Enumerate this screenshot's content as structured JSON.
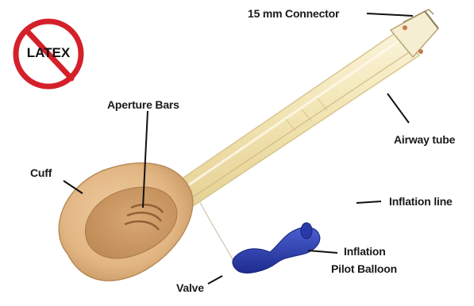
{
  "badge": {
    "text": "LATEX",
    "color": "#d4202a"
  },
  "labels": {
    "connector": "15 mm Connector",
    "aperture_bars": "Aperture Bars",
    "airway_tube": "Airway tube",
    "cuff": "Cuff",
    "inflation_line": "Inflation line",
    "pilot_balloon_line1": "Inflation",
    "pilot_balloon_line2": "Pilot Balloon",
    "valve": "Valve"
  },
  "colors": {
    "cuff": "#e6bc8f",
    "tube": "#f3e6b8",
    "pilot_balloon": "#2b3fb0"
  }
}
